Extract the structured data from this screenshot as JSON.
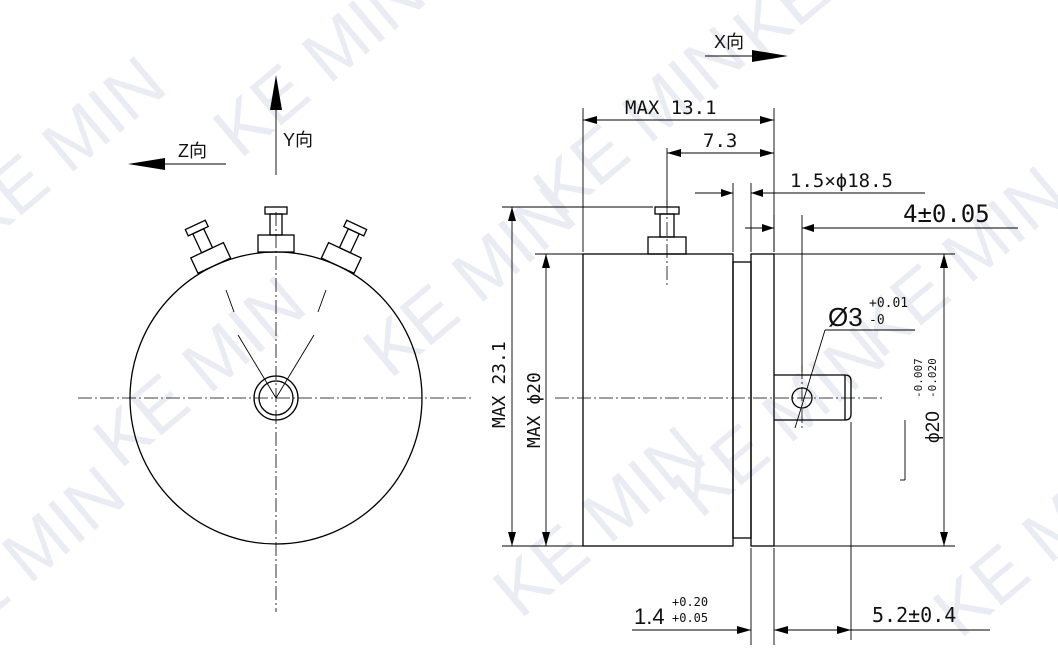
{
  "watermark": "KE MIN",
  "labels": {
    "x_direction": "X向",
    "y_direction": "Y向",
    "z_direction": "Z向"
  },
  "dimensions": {
    "max_length": "MAX 13.1",
    "length_7_3": "7.3",
    "chamfer": "1.5×ϕ18.5",
    "offset": "4±0.05",
    "hole_diameter": "Ø3",
    "hole_tol_upper": "+0.01",
    "hole_tol_lower": "-0",
    "max_height": "MAX 23.1",
    "max_diameter": "MAX ϕ20",
    "pilot_diameter": "ϕ20",
    "pilot_tol_upper": "-0.007",
    "pilot_tol_lower": "-0.020",
    "flange_thickness": "1.4",
    "flange_tol_upper": "+0.20",
    "flange_tol_lower": "+0.05",
    "shaft_length": "5.2±0.4"
  }
}
